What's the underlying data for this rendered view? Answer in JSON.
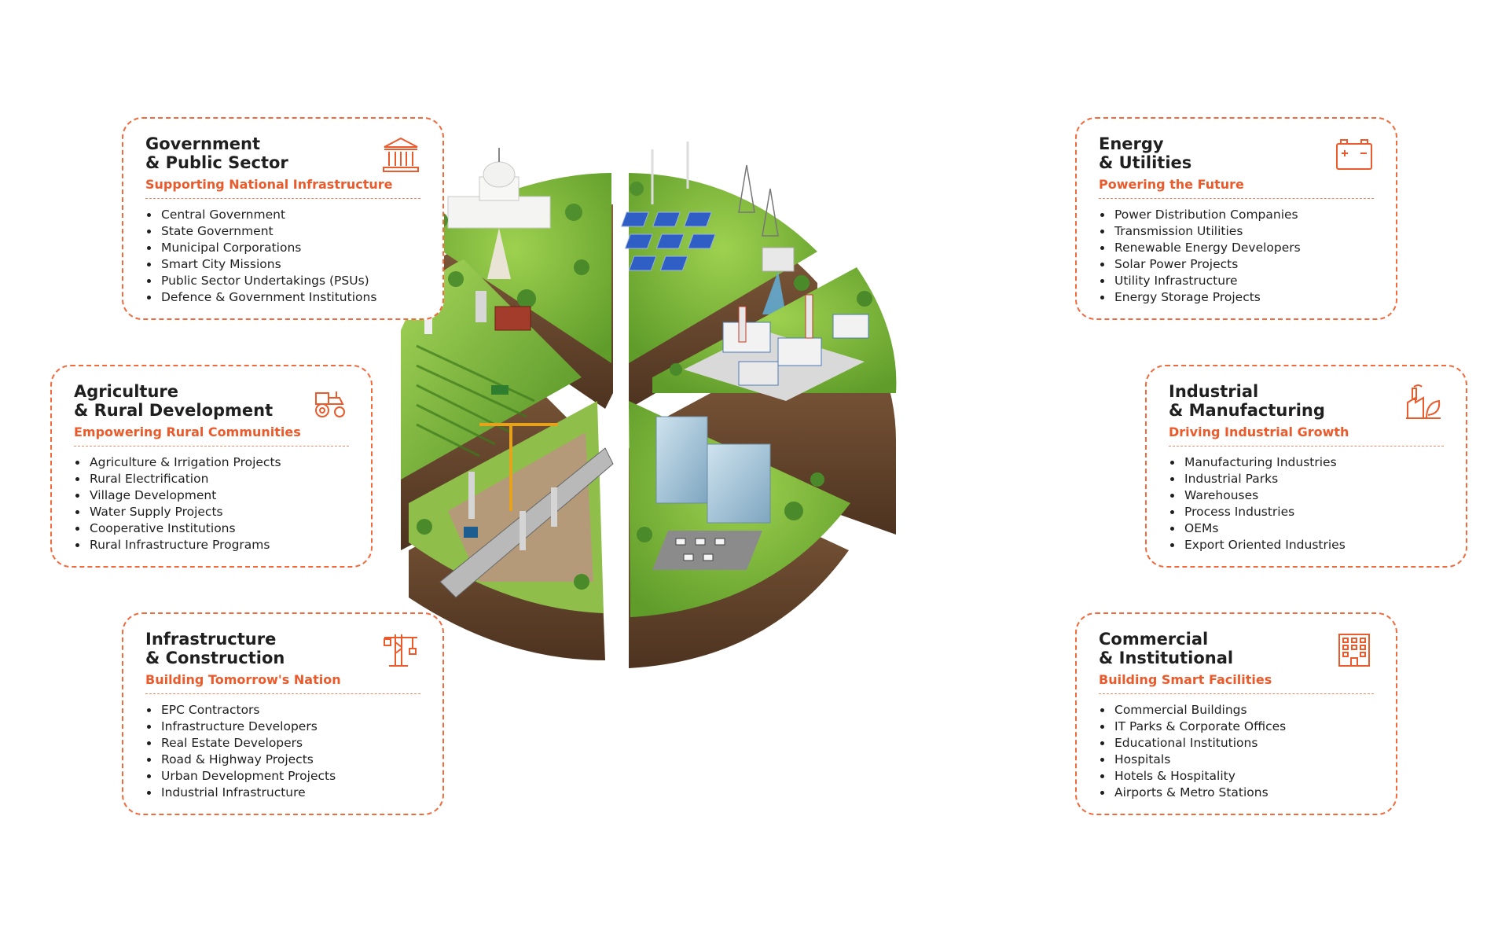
{
  "cards": [
    {
      "id": "government",
      "title_line1": "Government",
      "title_line2": "& Public Sector",
      "subtitle": "Supporting National Infrastructure",
      "icon": "government-building-icon",
      "items": [
        "Central Government",
        "State Government",
        "Municipal Corporations",
        "Smart City Missions",
        "Public Sector Undertakings (PSUs)",
        "Defence & Government Institutions"
      ]
    },
    {
      "id": "agriculture",
      "title_line1": "Agriculture",
      "title_line2": "& Rural Development",
      "subtitle": "Empowering Rural Communities",
      "icon": "tractor-icon",
      "items": [
        "Agriculture & Irrigation Projects",
        "Rural Electrification",
        "Village Development",
        "Water Supply Projects",
        "Cooperative Institutions",
        "Rural Infrastructure Programs"
      ]
    },
    {
      "id": "infrastructure",
      "title_line1": "Infrastructure",
      "title_line2": "& Construction",
      "subtitle": "Building Tomorrow's Nation",
      "icon": "crane-icon",
      "items": [
        "EPC Contractors",
        "Infrastructure Developers",
        "Real Estate Developers",
        "Road & Highway Projects",
        "Urban Development Projects",
        "Industrial Infrastructure"
      ]
    },
    {
      "id": "energy",
      "title_line1": "Energy",
      "title_line2": "& Utilities",
      "subtitle": "Powering the Future",
      "icon": "battery-icon",
      "items": [
        "Power Distribution Companies",
        "Transmission Utilities",
        "Renewable Energy Developers",
        "Solar Power Projects",
        "Utility Infrastructure",
        "Energy Storage Projects"
      ]
    },
    {
      "id": "industrial",
      "title_line1": "Industrial",
      "title_line2": "& Manufacturing",
      "subtitle": "Driving Industrial Growth",
      "icon": "factory-leaf-icon",
      "items": [
        "Manufacturing Industries",
        "Industrial Parks",
        "Warehouses",
        "Process Industries",
        "OEMs",
        "Export Oriented Industries"
      ]
    },
    {
      "id": "commercial",
      "title_line1": "Commercial",
      "title_line2": "& Institutional",
      "subtitle": "Building Smart Facilities",
      "icon": "office-building-icon",
      "items": [
        "Commercial Buildings",
        "IT Parks & Corporate Offices",
        "Educational Institutions",
        "Hospitals",
        "Hotels & Hospitality",
        "Airports & Metro Stations"
      ]
    }
  ],
  "colors": {
    "accent": "#ea5a2b",
    "border": "#f26a3c",
    "text": "#1f1f1f",
    "grass": "#7cbf3a",
    "soil": "#6b4a2e"
  }
}
